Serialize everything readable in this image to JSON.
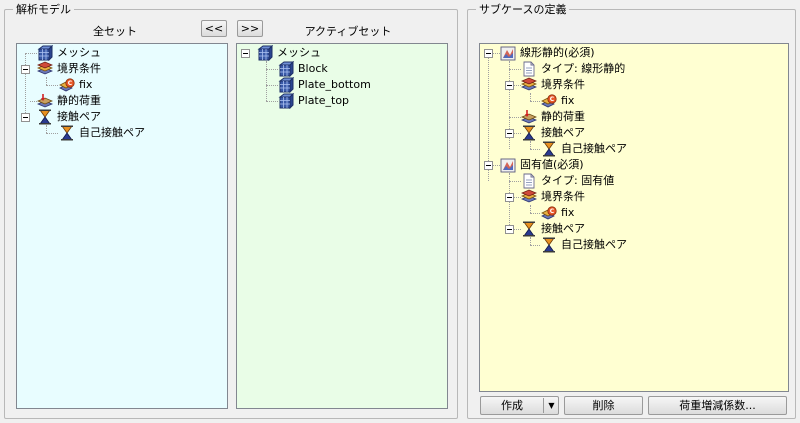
{
  "analysis_model": {
    "title": "解析モデル",
    "all_set_label": "全セット",
    "active_set_label": "アクティブセット",
    "move_left_label": "<<",
    "move_right_label": ">>",
    "all_set_tree": [
      {
        "label": "メッシュ",
        "icon": "mesh-icon"
      },
      {
        "label": "境界条件",
        "icon": "boundary-condition-icon"
      },
      {
        "label": "fix",
        "icon": "fix-icon"
      },
      {
        "label": "静的荷重",
        "icon": "static-load-icon"
      },
      {
        "label": "接触ペア",
        "icon": "contact-pair-icon"
      },
      {
        "label": "自己接触ペア",
        "icon": "contact-pair-icon"
      }
    ],
    "active_set_tree": [
      {
        "label": "メッシュ",
        "icon": "mesh-icon"
      },
      {
        "label": "Block",
        "icon": "mesh-icon"
      },
      {
        "label": "Plate_bottom",
        "icon": "mesh-icon"
      },
      {
        "label": "Plate_top",
        "icon": "mesh-icon"
      }
    ]
  },
  "subcase": {
    "title": "サブケースの定義",
    "tree": [
      {
        "label": "線形静的(必須)",
        "icon": "subcase-icon"
      },
      {
        "label": "タイプ: 線形静的",
        "icon": "document-icon"
      },
      {
        "label": "境界条件",
        "icon": "boundary-condition-icon"
      },
      {
        "label": "fix",
        "icon": "fix-icon"
      },
      {
        "label": "静的荷重",
        "icon": "static-load-icon"
      },
      {
        "label": "接触ペア",
        "icon": "contact-pair-icon"
      },
      {
        "label": "自己接触ペア",
        "icon": "contact-pair-icon"
      },
      {
        "label": "固有値(必須)",
        "icon": "subcase-icon"
      },
      {
        "label": "タイプ: 固有値",
        "icon": "document-icon"
      },
      {
        "label": "境界条件",
        "icon": "boundary-condition-icon"
      },
      {
        "label": "fix",
        "icon": "fix-icon"
      },
      {
        "label": "接触ペア",
        "icon": "contact-pair-icon"
      },
      {
        "label": "自己接触ペア",
        "icon": "contact-pair-icon"
      }
    ],
    "buttons": {
      "create": "作成",
      "delete": "削除",
      "load_factor": "荷重増減係数..."
    }
  },
  "colors": {
    "all_set_bg": "#e8fdff",
    "active_set_bg": "#e9fde7",
    "subcase_bg": "#ffffd2"
  }
}
